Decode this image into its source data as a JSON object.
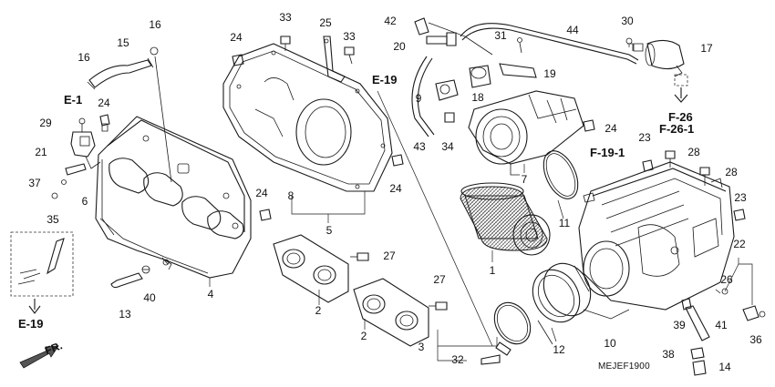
{
  "diagram_code": "MEJEF1900",
  "direction_label": "FR.",
  "references": [
    {
      "id": "ref-e1",
      "text": "E-1"
    },
    {
      "id": "ref-e19-left",
      "text": "E-19"
    },
    {
      "id": "ref-e19-top",
      "text": "E-19"
    },
    {
      "id": "ref-f26",
      "text": "F-26"
    },
    {
      "id": "ref-f26-1",
      "text": "F-26-1"
    },
    {
      "id": "ref-f19-1",
      "text": "F-19-1"
    }
  ],
  "part_labels": [
    {
      "n": "16"
    },
    {
      "n": "15"
    },
    {
      "n": "16"
    },
    {
      "n": "33"
    },
    {
      "n": "25"
    },
    {
      "n": "33"
    },
    {
      "n": "24"
    },
    {
      "n": "42"
    },
    {
      "n": "20"
    },
    {
      "n": "31"
    },
    {
      "n": "19"
    },
    {
      "n": "44"
    },
    {
      "n": "30"
    },
    {
      "n": "17"
    },
    {
      "n": "24"
    },
    {
      "n": "29"
    },
    {
      "n": "21"
    },
    {
      "n": "37"
    },
    {
      "n": "6"
    },
    {
      "n": "35"
    },
    {
      "n": "9"
    },
    {
      "n": "18"
    },
    {
      "n": "34"
    },
    {
      "n": "43"
    },
    {
      "n": "24"
    },
    {
      "n": "7"
    },
    {
      "n": "23"
    },
    {
      "n": "28"
    },
    {
      "n": "28"
    },
    {
      "n": "23"
    },
    {
      "n": "8"
    },
    {
      "n": "5"
    },
    {
      "n": "24"
    },
    {
      "n": "24"
    },
    {
      "n": "11"
    },
    {
      "n": "27"
    },
    {
      "n": "1"
    },
    {
      "n": "22"
    },
    {
      "n": "26"
    },
    {
      "n": "4"
    },
    {
      "n": "40"
    },
    {
      "n": "13"
    },
    {
      "n": "2"
    },
    {
      "n": "27"
    },
    {
      "n": "2"
    },
    {
      "n": "12"
    },
    {
      "n": "10"
    },
    {
      "n": "39"
    },
    {
      "n": "41"
    },
    {
      "n": "36"
    },
    {
      "n": "3"
    },
    {
      "n": "32"
    },
    {
      "n": "38"
    },
    {
      "n": "14"
    }
  ]
}
